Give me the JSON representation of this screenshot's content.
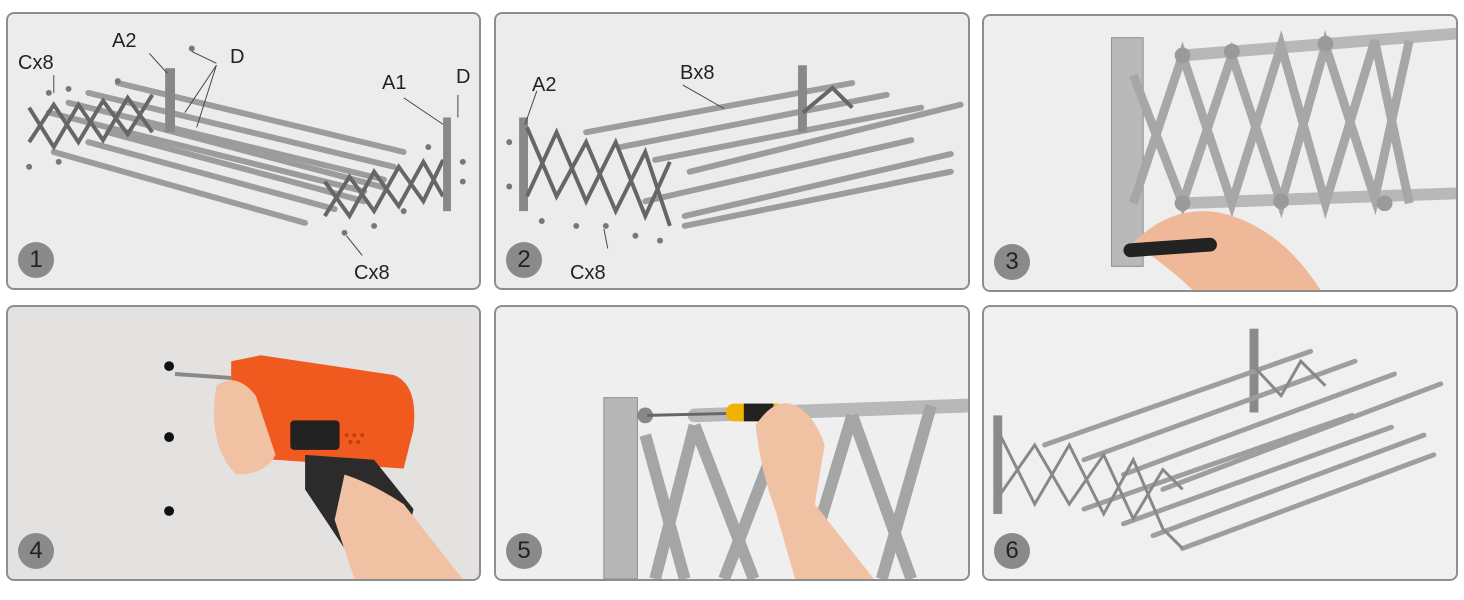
{
  "panels": [
    {
      "step": "1",
      "labels": {
        "cx8_top": "Cx8",
        "a2": "A2",
        "d_top": "D",
        "a1": "A1",
        "d_right": "D",
        "cx8_bottom": "Cx8"
      }
    },
    {
      "step": "2",
      "labels": {
        "a2": "A2",
        "bx8": "Bx8",
        "cx8": "Cx8"
      }
    },
    {
      "step": "3"
    },
    {
      "step": "4"
    },
    {
      "step": "5"
    },
    {
      "step": "6"
    }
  ],
  "icons": {
    "drill": "power-drill-icon",
    "marker": "marker-pen-icon",
    "screwdriver": "screwdriver-icon"
  },
  "colors": {
    "metal": "#9a9a9a",
    "drill_orange": "#f05a1e",
    "screwdriver_yellow": "#f2b300",
    "skin": "#f1c3a4"
  }
}
